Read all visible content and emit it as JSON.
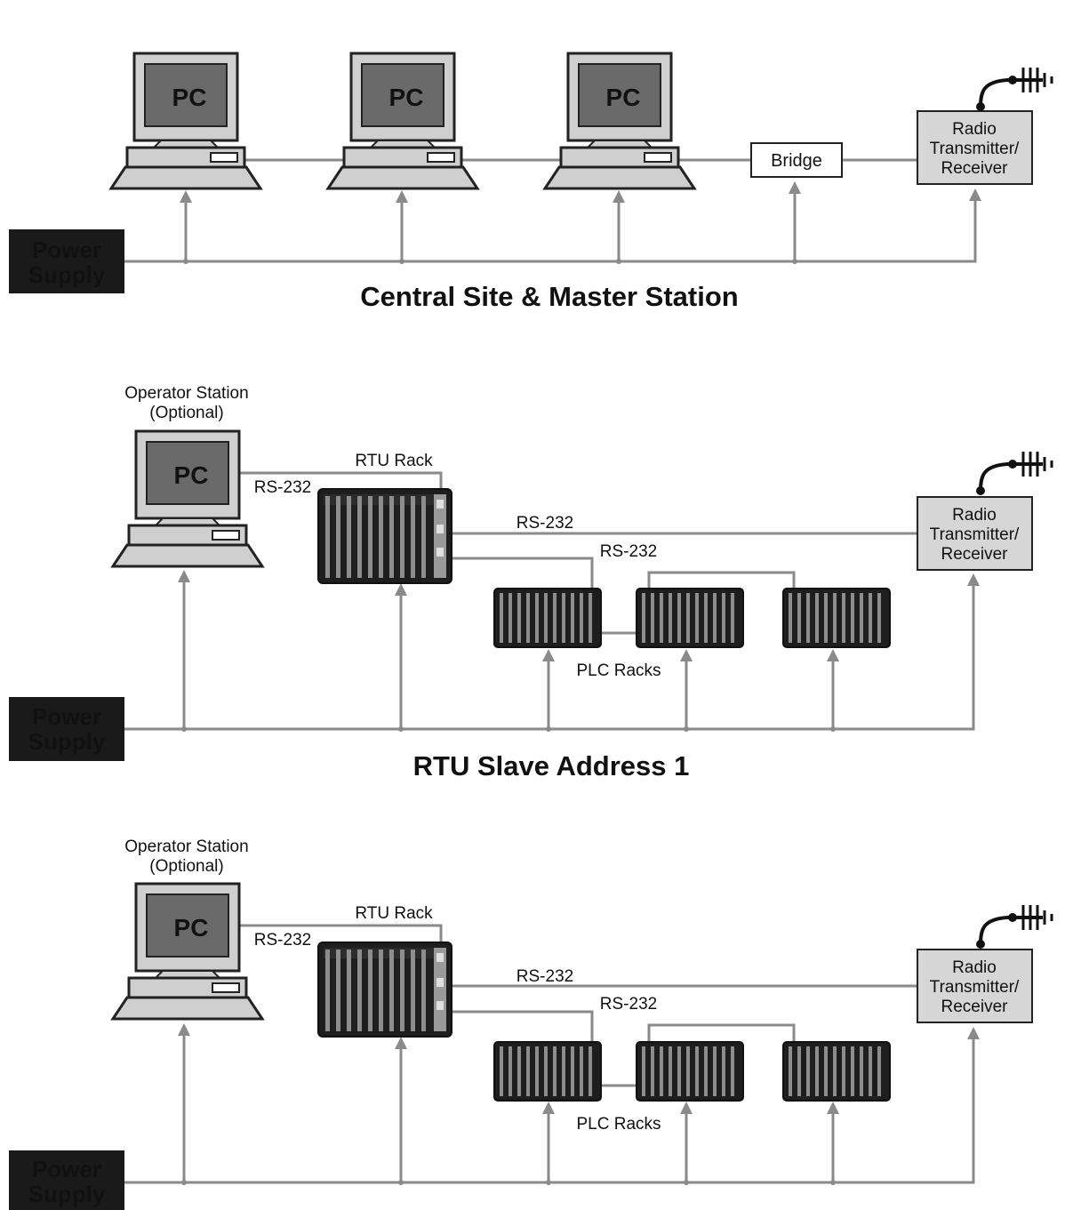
{
  "section1": {
    "title": "Central Site & Master Station",
    "power_supply": [
      "Power",
      "Supply"
    ],
    "pc_labels": [
      "PC",
      "PC",
      "PC"
    ],
    "bridge_label": "Bridge",
    "radio": [
      "Radio",
      "Transmitter/",
      "Receiver"
    ]
  },
  "section2": {
    "title": "RTU Slave Address 1",
    "operator_station": [
      "Operator Station",
      "(Optional)"
    ],
    "pc_label": "PC",
    "rtu_rack_label": "RTU Rack",
    "rs232_pc": "RS-232",
    "rs232_radio": "RS-232",
    "rs232_plc": "RS-232",
    "plc_racks_label": "PLC Racks",
    "radio": [
      "Radio",
      "Transmitter/",
      "Receiver"
    ],
    "power_supply": [
      "Power",
      "Supply"
    ]
  },
  "section3": {
    "operator_station": [
      "Operator Station",
      "(Optional)"
    ],
    "pc_label": "PC",
    "rtu_rack_label": "RTU Rack",
    "rs232_pc": "RS-232",
    "rs232_radio": "RS-232",
    "rs232_plc": "RS-232",
    "plc_racks_label": "PLC Racks",
    "radio": [
      "Radio",
      "Transmitter/",
      "Receiver"
    ],
    "power_supply": [
      "Power",
      "Supply"
    ]
  }
}
